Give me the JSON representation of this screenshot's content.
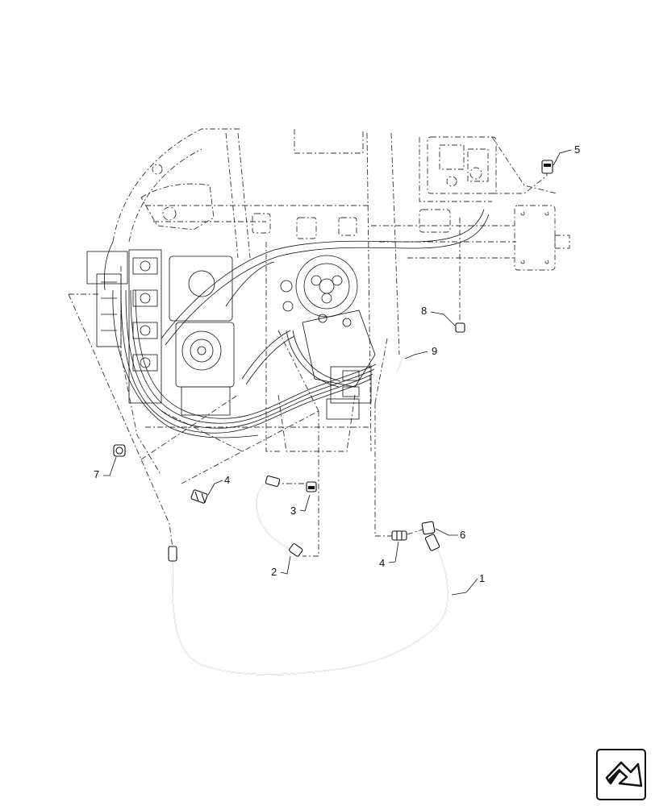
{
  "diagram": {
    "callouts": [
      {
        "number": "1"
      },
      {
        "number": "2"
      },
      {
        "number": "3"
      },
      {
        "number": "4"
      },
      {
        "number": "4"
      },
      {
        "number": "5"
      },
      {
        "number": "6"
      },
      {
        "number": "7"
      },
      {
        "number": "8"
      },
      {
        "number": "9"
      }
    ],
    "nav_icon": "forward-arrow-icon"
  }
}
